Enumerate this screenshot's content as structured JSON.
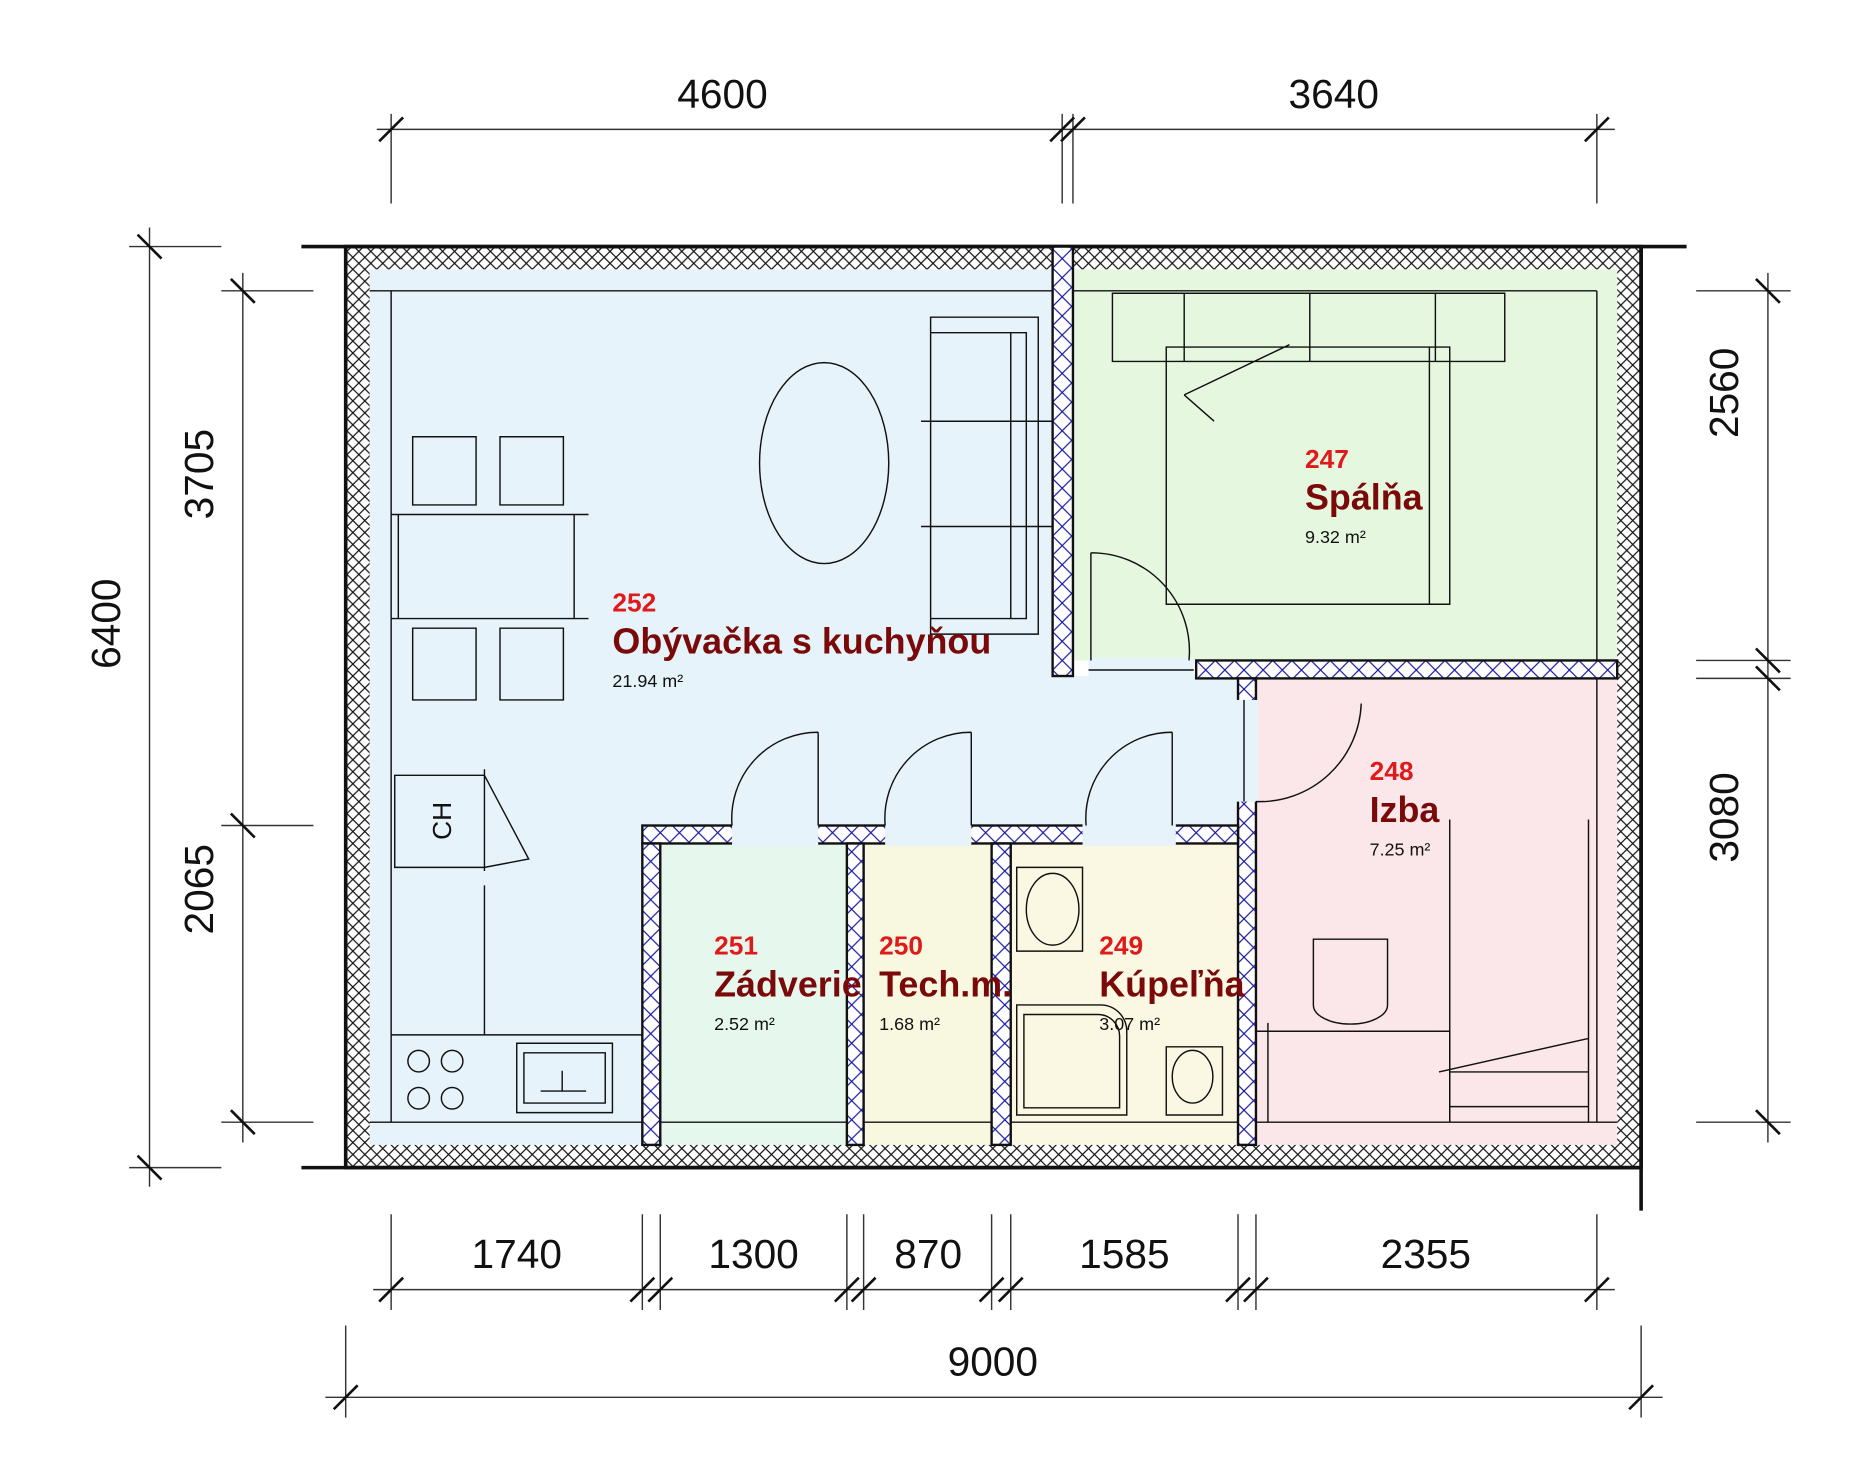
{
  "rooms": [
    {
      "number": "252",
      "name": "Obývačka s kuchyňou",
      "area": "21.94 m²",
      "color": "#e6f3fa"
    },
    {
      "number": "247",
      "name": "Spálňa",
      "area": "9.32 m²",
      "color": "#e6f7e0"
    },
    {
      "number": "248",
      "name": "Izba",
      "area": "7.25 m²",
      "color": "#fbe6ea"
    },
    {
      "number": "251",
      "name": "Zádverie",
      "area": "2.52 m²",
      "color": "#e6f8ee"
    },
    {
      "number": "250",
      "name": "Tech.m.",
      "area": "1.68 m²",
      "color": "#f8f8e0"
    },
    {
      "number": "249",
      "name": "Kúpeľňa",
      "area": "3.07 m²",
      "color": "#faf8e3"
    }
  ],
  "dimensions": {
    "top": [
      "4600",
      "3640"
    ],
    "bottom": [
      "1740",
      "1300",
      "870",
      "1585",
      "2355"
    ],
    "overall_width": "9000",
    "overall_height": "6400",
    "left": [
      "3705",
      "2065"
    ],
    "right": [
      "2560",
      "3080"
    ]
  },
  "labels": {
    "heater": "CH"
  },
  "colors": {
    "room_number": "#e01a1a",
    "room_name": "#7a0a0a",
    "inner_wall_hatch": "#1a1aa0"
  }
}
